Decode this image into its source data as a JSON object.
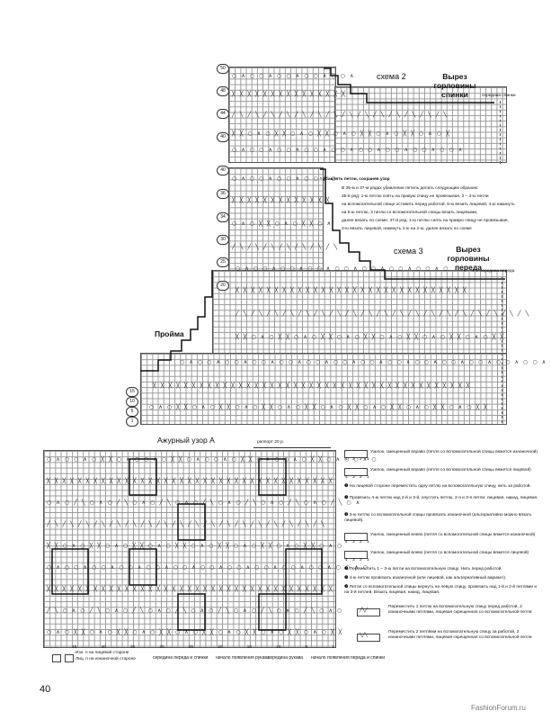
{
  "scheme2": {
    "title": "схема 2",
    "neck_label": "Вырез горловины спинки",
    "middle_label": "середина спинки",
    "row_numbers": [
      "50",
      "48",
      "44",
      "40"
    ]
  },
  "scheme3": {
    "title": "схема 3",
    "neck_label": "Вырез горловины переда",
    "middle_label": "середина переда",
    "armhole_label": "Пройма",
    "note_heading": "* убавлять петли, сохраняя узор",
    "note_lines": [
      "В 35-м и 37-м рядах убавление петель делать следующим образом:",
      "35-й ряд: 1-ю петлю снять на правую спицу не провязывая, 2 – 4-ю петли",
      "на вспомогательной спице оставить перед работой, 5-ю вязать лицевой, 4-ю накинуть",
      "на 5-ю петлю, 3 петли со вспомогательной спицы вязать лицевыми,",
      "далее вязать по схеме; 37-й ряд: 1-ю петлю снять на правую спицу не провязывая,",
      "2-ю вязать лицевой, накинуть 1-ю на 2-ю, далее вязать по схеме"
    ],
    "row_numbers": [
      "40",
      "36",
      "34",
      "30",
      "25",
      "20",
      "15",
      "10",
      "5",
      "1"
    ]
  },
  "lace": {
    "title": "Ажурный узор А",
    "rapport": "раппорт 20 р.",
    "column_numbers": [
      "45",
      "40",
      "35",
      "30",
      "25",
      "20",
      "15",
      "10",
      "5",
      "1"
    ],
    "legend_symbols": {
      "knit": "Изн. п на лицевой стороне",
      "purl": "Лиц. п на изнаночной стороне"
    }
  },
  "bottom_labels": [
    "середина переда и спинки",
    "начало появления рукава",
    "середина рукава",
    "начало появления переда и спинки"
  ],
  "legend": [
    {
      "cells": "4 3 2 1",
      "text": "Узелок, смещенный вправо (петля со вспомогательной спицы вяжется изнаночной)"
    },
    {
      "cells": "4 3 2 1",
      "text": "Узелок, смещенный вправо (петля со вспомогательной спицы вяжется лицевой)"
    },
    {
      "num": "1",
      "text": "На лицевой стороне переместить одну петлю на вспомогательную спицу, нить за работой."
    },
    {
      "num": "2",
      "text": "Провязать 4-ю петлю над 2-й и 3-й, опустить петлю, 2-я и 3-я петли: лицевая, накид, лицевая."
    },
    {
      "num": "3",
      "text": "3-ю петлю со вспомогательной спицы провязать изнаночной (альтернативно можно вязать лицевой)."
    },
    {
      "cells": "4 3 2 1",
      "text": "Узелок, смещенный влево (петля со вспомогательной спицы вяжется изнаночной)"
    },
    {
      "cells": "4 3 2 1",
      "text": "Узелок, смещенный влево (петля со вспомогательной спицы вяжется лицевой)"
    },
    {
      "num": "1",
      "text": "Переместить 1 – 3-ю петли на вспомогательную спицу. Нить перед работой."
    },
    {
      "num": "2",
      "text": "4-ю петлю провязать изнаночной (или лицевой, как альтернативный вариант)."
    },
    {
      "num": "3",
      "text": "Петли со вспомогательной спицы вернуть на левую спицу, провязать над 1-й и 2-й петлями и на 3-й петлей. Вязать лицевая, накид, лицевая."
    },
    {
      "text": "Переместить 1 петлю на вспомогательную спицу перед работой, 2 изнаночными петлями, лицевая скрещенная со вспомогательной петли"
    },
    {
      "text": "Переместить 2 петлями на вспомогательную спицу за работой, 2 изнаночными петлями, лицевая скрещенная со вспомогательной петли"
    }
  ],
  "page_number": "40",
  "watermark": "FashionForum.ru"
}
